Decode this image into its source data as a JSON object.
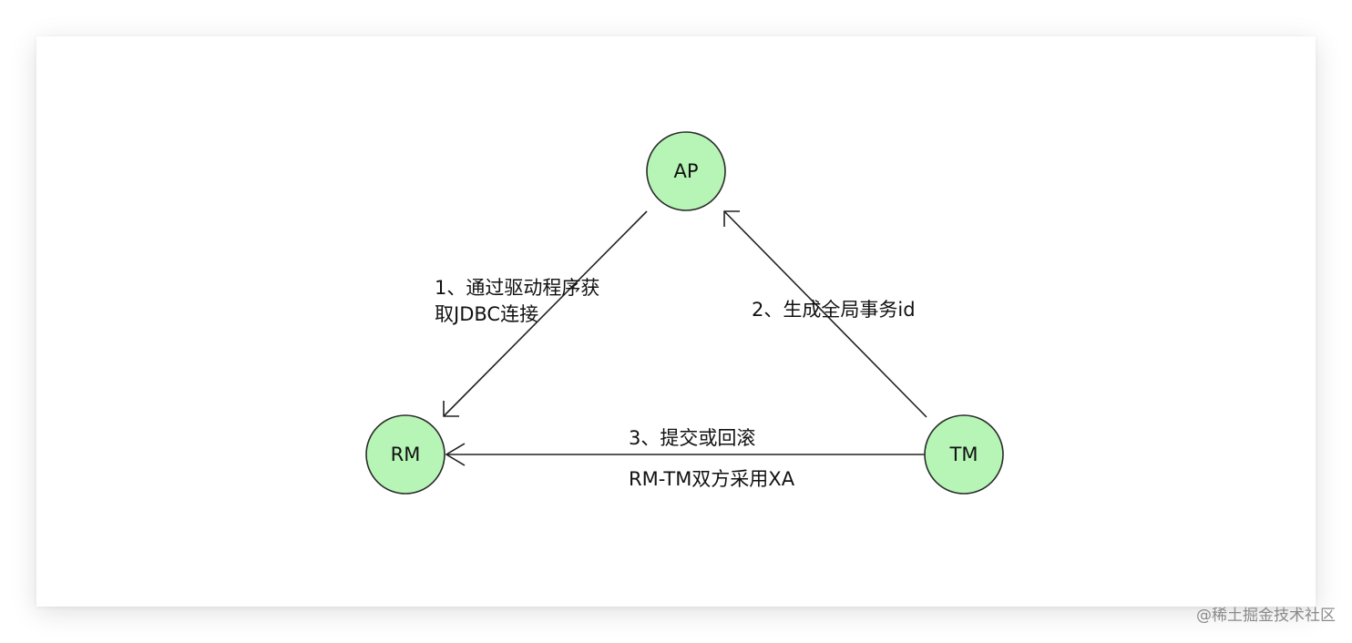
{
  "nodes": {
    "ap": {
      "label": "AP",
      "fill": "#b6f5b6",
      "stroke": "#2a2a2a"
    },
    "rm": {
      "label": "RM",
      "fill": "#b6f5b6",
      "stroke": "#2a2a2a"
    },
    "tm": {
      "label": "TM",
      "fill": "#b6f5b6",
      "stroke": "#2a2a2a"
    }
  },
  "edges": {
    "ap_to_rm": {
      "line1": "1、通过驱动程序获",
      "line2": "取JDBC连接"
    },
    "tm_to_ap": {
      "label": "2、生成全局事务id"
    },
    "tm_to_rm": {
      "label_above": "3、提交或回滚",
      "label_below": "RM-TM双方采用XA"
    }
  },
  "watermark": "@稀土掘金技术社区"
}
